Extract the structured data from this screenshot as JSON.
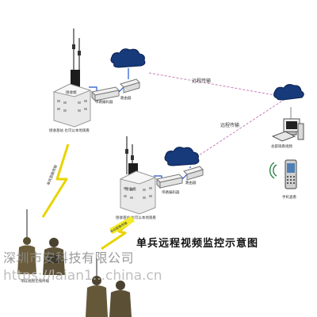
{
  "diagram": {
    "title": "单兵远程视频监控示意图",
    "remote_link_label_1": "远程传输",
    "remote_link_label_2": "远程传输",
    "base1": {
      "receiver_label": "接收端",
      "encoder_label": "单路编码器",
      "router_label": "路由器",
      "caption": "接收基站  也可以本地观看"
    },
    "base2": {
      "receiver_label": "接收端",
      "encoder_label": "单路编码器",
      "router_label": "路由器",
      "caption": "接收基站  也可以本地观看"
    },
    "monitor_center_label": "总部观看视频",
    "phone_label": "手机查看",
    "wireless_link_label_1": "单兵图像传输",
    "wireless_link_label_2": "单兵图像传输",
    "soldier_caption": "单兵视频无线终端"
  },
  "watermark": {
    "company": "深圳市安科技有限公司",
    "url": "https://laian1...china.cn"
  }
}
